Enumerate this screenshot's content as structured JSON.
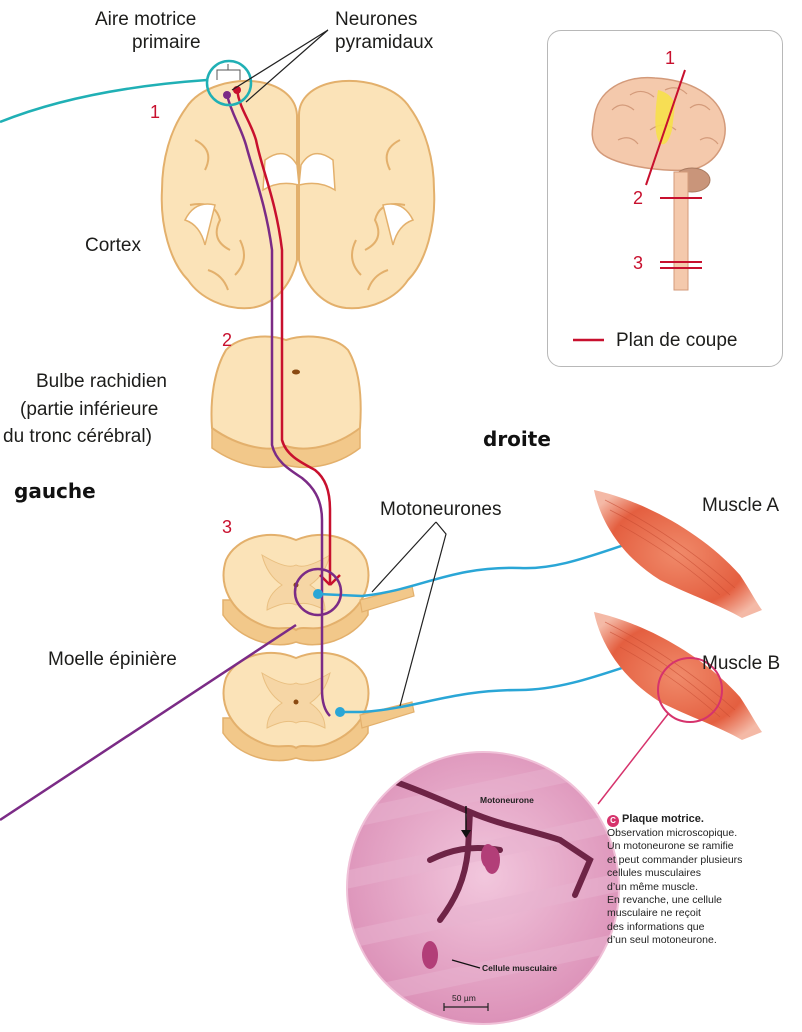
{
  "labels": {
    "aire_motrice": "Aire motrice",
    "primaire": "primaire",
    "neurones": "Neurones",
    "pyramidaux": "pyramidaux",
    "cortex": "Cortex",
    "bulbe_line1": "Bulbe rachidien",
    "bulbe_line2": "(partie inférieure",
    "bulbe_line3": "du tronc cérébral)",
    "motoneurones": "Motoneurones",
    "muscle_a": "Muscle A",
    "muscle_b": "Muscle B",
    "moelle": "Moelle épinière",
    "gauche": "gauche",
    "droite": "droite"
  },
  "numbers": {
    "n1": "1",
    "n2": "2",
    "n3": "3"
  },
  "inset": {
    "n1": "1",
    "n2": "2",
    "n3": "3",
    "legend": "Plan de coupe"
  },
  "micrograph": {
    "motoneurone": "Motoneurone",
    "cellule": "Cellule musculaire",
    "scale": "50 µm"
  },
  "caption": {
    "marker": "C",
    "title": "Plaque motrice.",
    "lines": [
      "Observation microscopique.",
      "Un motoneurone se ramifie",
      "et peut commander plusieurs",
      "cellules musculaires",
      "d’un même muscle.",
      "En revanche, une cellule",
      "musculaire ne reçoit",
      "des informations que",
      "d’un seul motoneurone."
    ]
  },
  "colors": {
    "tissue": "#fbe3b8",
    "tissue_edge": "#e8b870",
    "pathway_red": "#c8102e",
    "pathway_purple": "#7b2b86",
    "motoneuron_blue": "#2aa6d6",
    "muscle": "#e8694a",
    "teal": "#20b0b5",
    "magenta": "#d6336c"
  }
}
